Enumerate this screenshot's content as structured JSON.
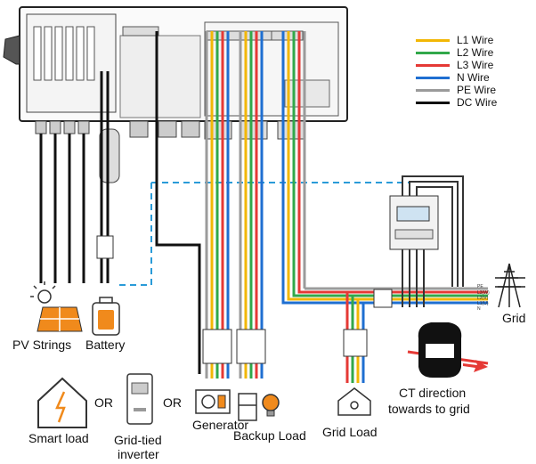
{
  "legend": [
    {
      "label": "L1 Wire",
      "color": "#f2b705"
    },
    {
      "label": "L2 Wire",
      "color": "#31a84a"
    },
    {
      "label": "L3 Wire",
      "color": "#e53935"
    },
    {
      "label": "N Wire",
      "color": "#1f6fd1"
    },
    {
      "label": "PE Wire",
      "color": "#9b9b9b"
    },
    {
      "label": "DC Wire",
      "color": "#111111"
    }
  ],
  "labels": {
    "pv_strings": "PV Strings",
    "battery": "Battery",
    "smart_load": "Smart load",
    "or1": "OR",
    "or2": "OR",
    "grid_tied_inverter_1": "Grid-tied",
    "grid_tied_inverter_2": "inverter",
    "generator": "Generator",
    "backup_load": "Backup Load",
    "grid_load": "Grid Load",
    "grid": "Grid",
    "ct_direction_1": "CT direction",
    "ct_direction_2": "towards to grid"
  },
  "grid_terminals": [
    "PE",
    "L3(W)",
    "L2(V)",
    "L1(U)",
    "N"
  ],
  "colors": {
    "ct_arrow": "#e53935",
    "dashed_link": "#2a9bd8",
    "battery_fill": "#f08a1c",
    "icon_stroke": "#333333"
  }
}
